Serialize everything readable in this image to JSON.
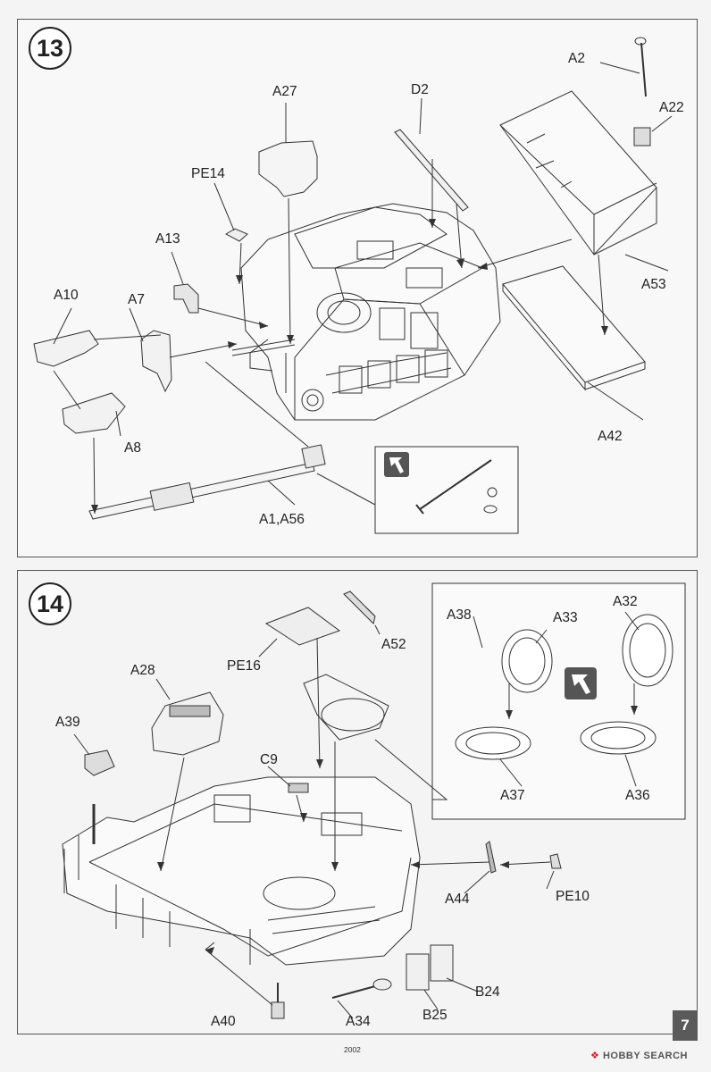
{
  "steps": [
    {
      "number": "13",
      "labels": {
        "a2": "A2",
        "a22": "A22",
        "a27": "A27",
        "d2": "D2",
        "pe14": "PE14",
        "a13": "A13",
        "a10": "A10",
        "a7": "A7",
        "a53": "A53",
        "a42": "A42",
        "a8": "A8",
        "a1_a56": "A1,A56"
      },
      "detail_icon": "bend-arrow-icon"
    },
    {
      "number": "14",
      "labels": {
        "a52": "A52",
        "pe16": "PE16",
        "a28": "A28",
        "a39": "A39",
        "c9": "C9",
        "a38": "A38",
        "a33": "A33",
        "a32": "A32",
        "a37": "A37",
        "a36": "A36",
        "a44": "A44",
        "pe10": "PE10",
        "a40": "A40",
        "a34": "A34",
        "b25": "B25",
        "b24": "B24"
      },
      "detail_icon": "bend-arrow-icon"
    }
  ],
  "footer": {
    "page_number": "7",
    "code": "2002",
    "watermark": "HOBBY SEARCH"
  },
  "colors": {
    "line": "#333333",
    "badge_fill": "#5a5a5a",
    "paper": "#f8f8f8"
  }
}
